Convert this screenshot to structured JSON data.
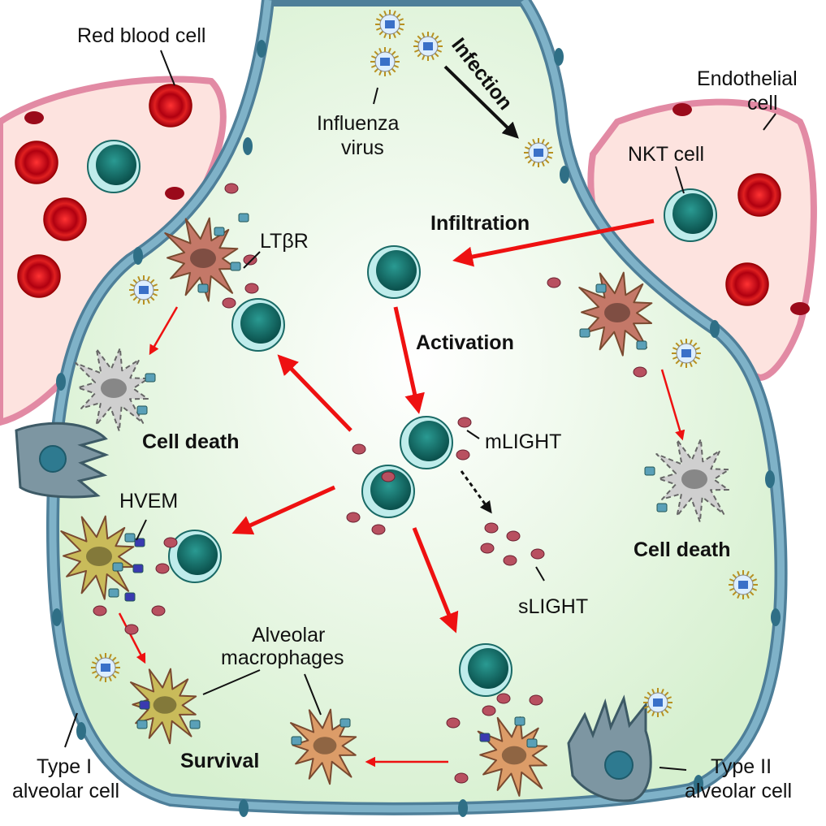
{
  "labels": {
    "red_blood_cell": "Red blood cell",
    "influenza_virus_line1": "Influenza",
    "influenza_virus_line2": "virus",
    "infection": "Infection",
    "endothelial_cell_line1": "Endothelial",
    "endothelial_cell_line2": "cell",
    "nkt_cell": "NKT cell",
    "infiltration": "Infiltration",
    "ltbr": "LTβR",
    "activation": "Activation",
    "mlight": "mLIGHT",
    "cell_death_left": "Cell death",
    "cell_death_right": "Cell death",
    "hvem": "HVEM",
    "slight": "sLIGHT",
    "alveolar_macrophages_line1": "Alveolar",
    "alveolar_macrophages_line2": "macrophages",
    "survival": "Survival",
    "type1_line1": "Type I",
    "type1_line2": "alveolar cell",
    "type2_line1": "Type II",
    "type2_line2": "alveolar cell"
  },
  "colors": {
    "alveolus_fill": "#eaf7e6",
    "epithelium": "#5a8aa4",
    "vessel_fill": "#fde3df",
    "vessel_wall": "#e28aa4",
    "rbc": "#c0101a",
    "t_cell": "#0f6b66",
    "t_cell_ring": "#bfeceb",
    "macrophage_active": "#c47868",
    "macrophage_dead": "#cfcfcf",
    "macrophage_survival": "#c9bb5a",
    "macrophage_alveolar": "#dc9c68",
    "arrow": "#ee1111"
  }
}
